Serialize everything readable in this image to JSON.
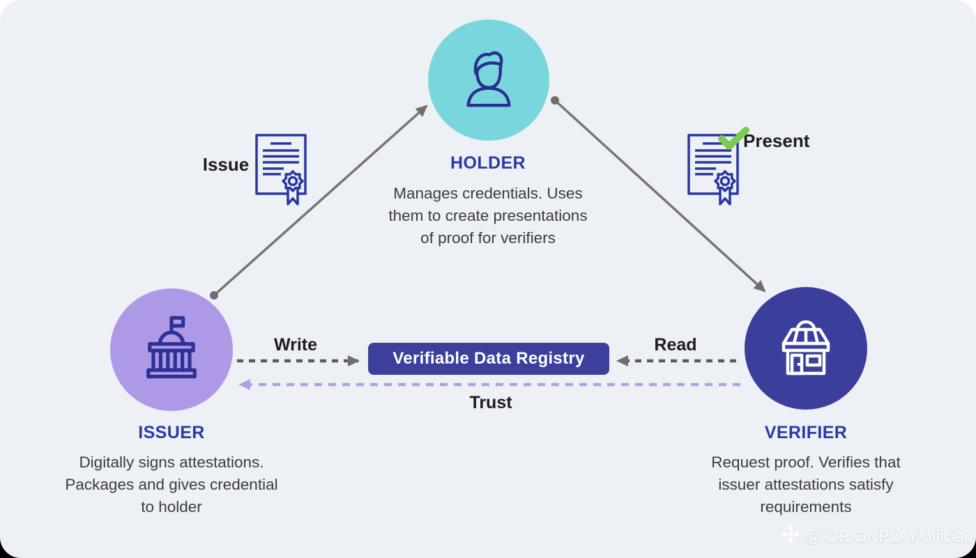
{
  "canvas": {
    "background": "#EDF1F6"
  },
  "colors": {
    "holder_circle": "#79D6DC",
    "issuer_circle": "#AE99E7",
    "verifier_circle": "#3B3F9B",
    "registry_box": "#3C409C",
    "title_blue": "#2B3AA6",
    "icon_navy": "#2B3195",
    "arrow_gray": "#6E6E6E",
    "trust_purple": "#AFA0E8",
    "check_green": "#7CC954",
    "body_text": "#3B3B40"
  },
  "nodes": {
    "holder": {
      "title": "HOLDER",
      "description": [
        "Manages credentials. Uses",
        "them to create presentations",
        "of proof for verifiers"
      ],
      "icon": "person-icon"
    },
    "issuer": {
      "title": "ISSUER",
      "description": [
        "Digitally signs attestations.",
        "Packages and gives credential",
        "to holder"
      ],
      "icon": "government-building-icon"
    },
    "verifier": {
      "title": "VERIFIER",
      "description": [
        "Request proof. Verifies that",
        "issuer attestations satisfy",
        "requirements"
      ],
      "icon": "store-icon"
    }
  },
  "registry": {
    "label": "Verifiable Data Registry"
  },
  "edges": {
    "issue": {
      "label": "Issue",
      "from": "issuer",
      "to": "holder",
      "style": "solid"
    },
    "present": {
      "label": "Present",
      "from": "holder",
      "to": "verifier",
      "style": "solid"
    },
    "write": {
      "label": "Write",
      "from": "issuer",
      "to": "registry",
      "style": "dashed"
    },
    "read": {
      "label": "Read",
      "from": "verifier",
      "to": "registry",
      "style": "dashed"
    },
    "trust": {
      "label": "Trust",
      "from": "verifier",
      "to": "issuer",
      "style": "dashed-purple"
    }
  },
  "watermark": {
    "text": "@ ORIONPLAY official"
  }
}
